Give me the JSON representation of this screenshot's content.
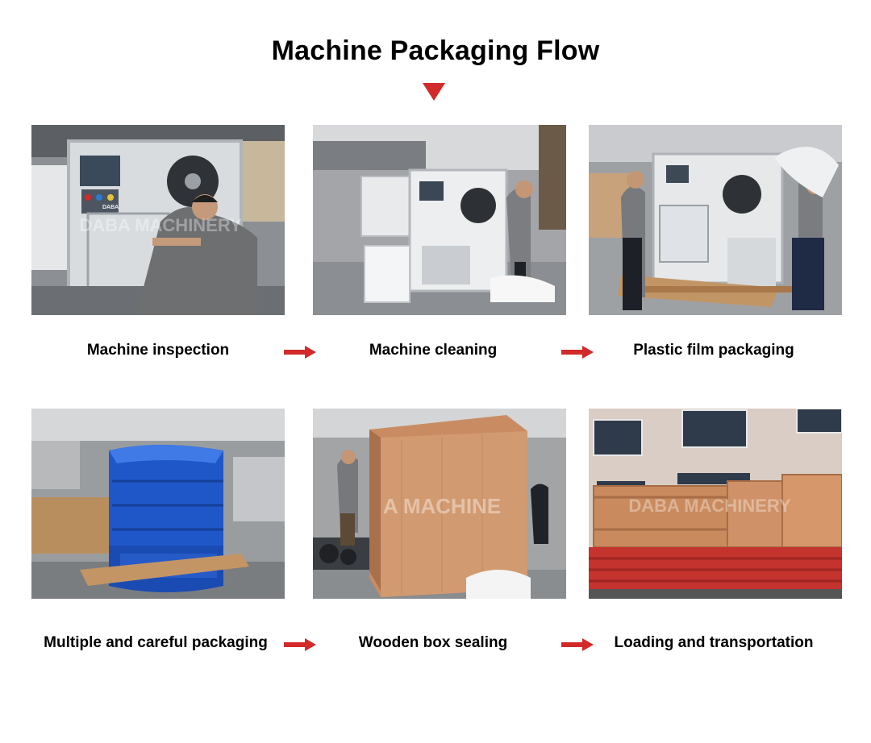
{
  "title": "Machine Packaging Flow",
  "watermark_a": "DABA MACHINERY",
  "watermark_b": "A MACHINE",
  "watermark_c": "DABA MACHINERY",
  "panel_label": "DABA",
  "colors": {
    "accent_red": "#d22a2a",
    "crate_wood": "#c98c62",
    "film_blue": "#1f57c9"
  },
  "steps": [
    {
      "caption": "Machine inspection"
    },
    {
      "caption": "Machine cleaning"
    },
    {
      "caption": "Plastic film packaging"
    },
    {
      "caption": "Multiple and careful packaging"
    },
    {
      "caption": "Wooden box sealing"
    },
    {
      "caption": "Loading and transportation"
    }
  ]
}
